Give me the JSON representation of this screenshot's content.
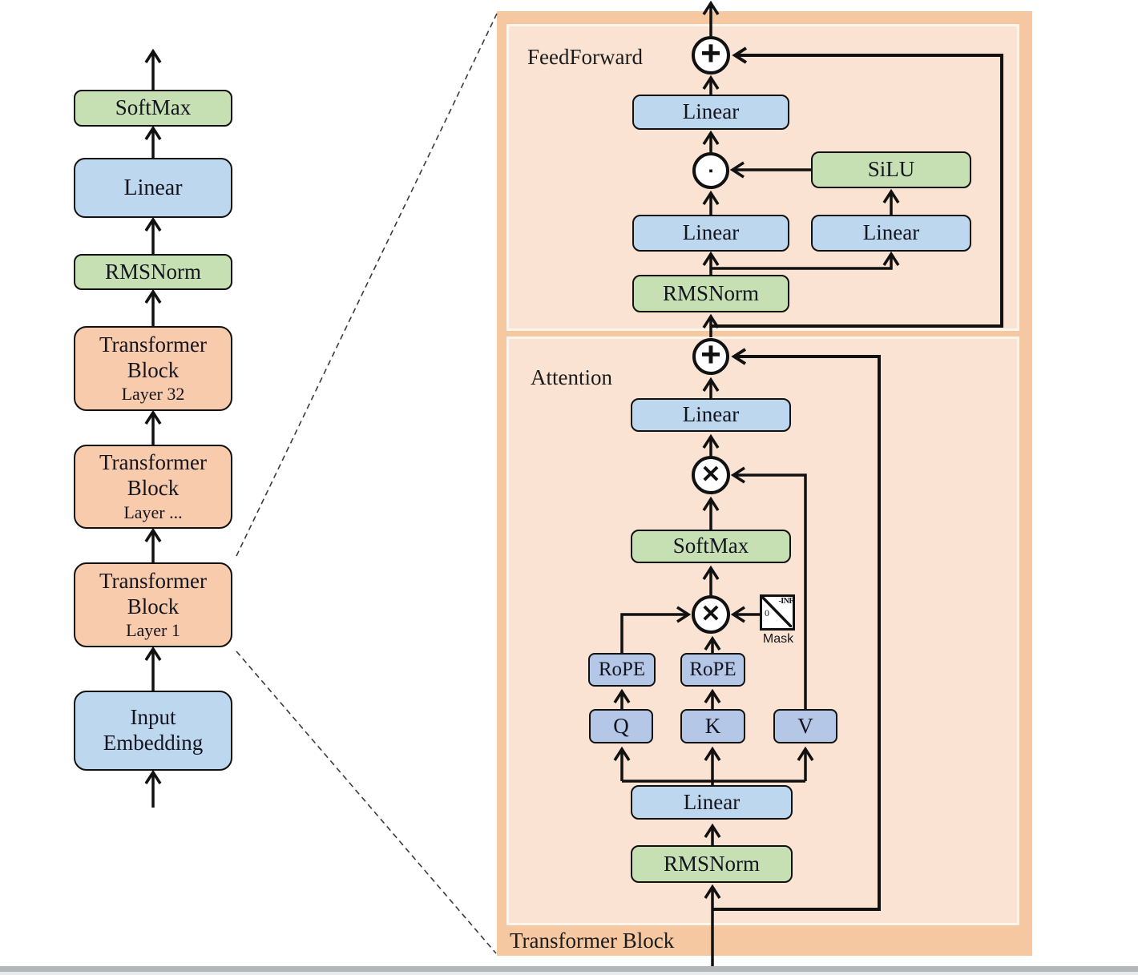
{
  "left_stack": {
    "softmax": "SoftMax",
    "linear": "Linear",
    "rmsnorm": "RMSNorm",
    "tb_line1": "Transformer",
    "tb_line2": "Block",
    "tb32_sub": "Layer 32",
    "tbdots_sub": "Layer ...",
    "tb1_sub": "Layer 1",
    "input_line1": "Input",
    "input_line2": "Embedding"
  },
  "panel": {
    "title": "Transformer Block",
    "feedforward": {
      "label": "FeedForward",
      "linear_out": "Linear",
      "silu": "SiLU",
      "linear_gate": "Linear",
      "linear_up": "Linear",
      "rmsnorm": "RMSNorm"
    },
    "attention": {
      "label": "Attention",
      "linear_out": "Linear",
      "softmax": "SoftMax",
      "mask_label": "Mask",
      "mask_neg_inf": "-INF",
      "mask_zero": "0",
      "rope_q": "RoPE",
      "rope_k": "RoPE",
      "q": "Q",
      "k": "K",
      "v": "V",
      "linear_qkv": "Linear",
      "rmsnorm": "RMSNorm"
    },
    "ops": {
      "add": "+",
      "matmul": "✕",
      "elem_mul": "▪"
    }
  },
  "colors": {
    "green_box": "#c6e0b4",
    "blue_box": "#bdd7ee",
    "qkv_blue_box": "#b4c7e7",
    "orange_box": "#f8cbad",
    "panel_outer": "#f5c8a2",
    "panel_inner": "#fbe3d3",
    "line": "#111111"
  }
}
